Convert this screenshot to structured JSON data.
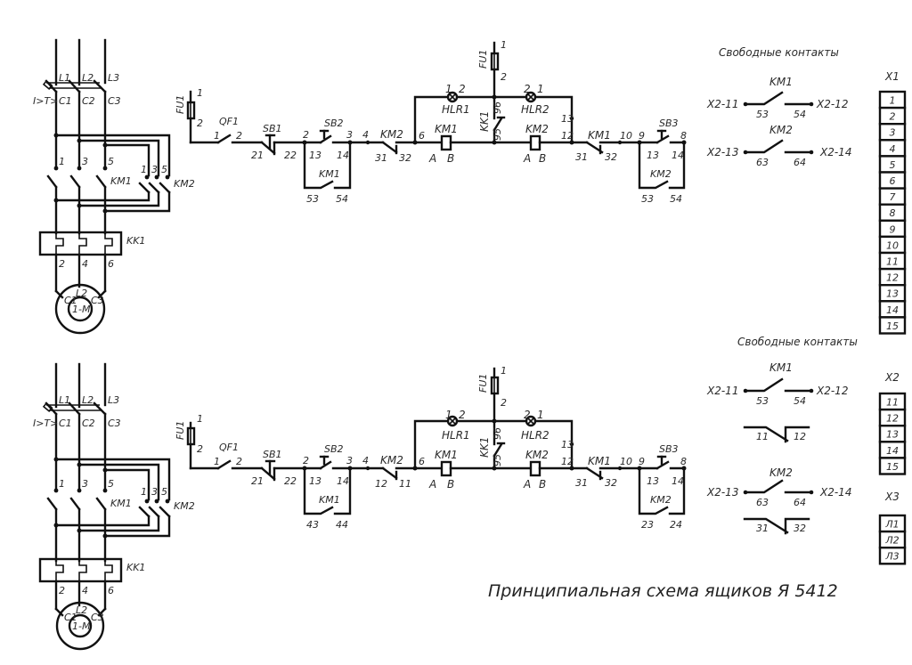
{
  "title": "Принципиальная схема ящиков Я 5412",
  "free_contacts_title": "Свободные контакты",
  "power_labels": {
    "phases": [
      "L1",
      "L2",
      "L3"
    ],
    "breaker_outputs": [
      "C1",
      "C2",
      "C3"
    ],
    "breaker_symbol": "I>T>",
    "km1_poles": [
      "1",
      "3",
      "5"
    ],
    "km2_poles": [
      "1",
      "3",
      "5"
    ],
    "km1": "KM1",
    "km2": "KM2",
    "kk1": "KK1",
    "kk1_outputs": [
      "2",
      "4",
      "6"
    ],
    "motor_terminals": [
      "C1",
      "L2",
      "C3"
    ],
    "motor": "1-M"
  },
  "control_upper": {
    "fuse": "FU1",
    "fuse_in": "1",
    "fuse_out": "2",
    "qf1": "QF1",
    "qf1_in": "1",
    "qf1_out": "2",
    "sb1": "SB1",
    "sb1_in": "21",
    "sb1_out": "22",
    "sb2": "SB2",
    "sb2_n2": "2",
    "sb2_in": "13",
    "sb2_out": "14",
    "sb2_n3": "3",
    "km1_hold": "KM1",
    "km1_hold_in": "53",
    "km1_hold_out": "54",
    "n4": "4",
    "km2_nc": "KM2",
    "km2_nc_in": "31",
    "km2_nc_out": "32",
    "n6": "6",
    "coil1": "KM1",
    "coil1_a": "A",
    "coil1_b": "B",
    "fuse2": "FU1",
    "fuse2_in": "1",
    "fuse2_out": "2",
    "hlr1": "HLR1",
    "hlr1_a": "1",
    "hlr1_b": "2",
    "hlr2": "HLR2",
    "hlr2_a": "2",
    "hlr2_b": "1",
    "kk1": "KK1",
    "kk1_a": "96",
    "kk1_b": "95",
    "coil2": "KM2",
    "coil2_a": "A",
    "coil2_b": "B",
    "n13": "13",
    "n12": "12",
    "km1_nc": "KM1",
    "km1_nc_in": "31",
    "km1_nc_out": "32",
    "n10": "10",
    "n9": "9",
    "sb3": "SB3",
    "sb3_in": "13",
    "sb3_out": "14",
    "n8": "8",
    "km2_hold": "KM2",
    "km2_hold_in": "53",
    "km2_hold_out": "54"
  },
  "control_lower": {
    "fuse": "FU1",
    "fuse_in": "1",
    "fuse_out": "2",
    "qf1": "QF1",
    "qf1_in": "1",
    "qf1_out": "2",
    "sb1": "SB1",
    "sb1_in": "21",
    "sb1_out": "22",
    "sb2": "SB2",
    "sb2_n2": "2",
    "sb2_in": "13",
    "sb2_out": "14",
    "sb2_n3": "3",
    "km1_hold": "KM1",
    "km1_hold_in": "43",
    "km1_hold_out": "44",
    "n4": "4",
    "km2_nc": "KM2",
    "km2_nc_in": "12",
    "km2_nc_out": "11",
    "n6": "6",
    "coil1": "KM1",
    "coil1_a": "A",
    "coil1_b": "B",
    "fuse2": "FU1",
    "fuse2_in": "1",
    "fuse2_out": "2",
    "hlr1": "HLR1",
    "hlr1_a": "1",
    "hlr1_b": "2",
    "hlr2": "HLR2",
    "hlr2_a": "2",
    "hlr2_b": "1",
    "kk1": "KK1",
    "kk1_a": "96",
    "kk1_b": "95",
    "coil2": "KM2",
    "coil2_a": "A",
    "coil2_b": "B",
    "n13": "13",
    "n12": "12",
    "km1_nc": "KM1",
    "km1_nc_in": "31",
    "km1_nc_out": "32",
    "n10": "10",
    "n9": "9",
    "sb3": "SB3",
    "sb3_in": "13",
    "sb3_out": "14",
    "n8": "8",
    "km2_hold": "KM2",
    "km2_hold_in": "23",
    "km2_hold_out": "24"
  },
  "free_upper": {
    "km1": "KM1",
    "km1_left": "X2-11",
    "km1_right": "X2-12",
    "km1_a": "53",
    "km1_b": "54",
    "km2": "KM2",
    "km2_left": "X2-13",
    "km2_right": "X2-14",
    "km2_a": "63",
    "km2_b": "64"
  },
  "free_lower": {
    "km1": "KM1",
    "km1_left": "X2-11",
    "km1_right": "X2-12",
    "km1_a": "53",
    "km1_b": "54",
    "km1_nc_a": "11",
    "km1_nc_b": "12",
    "km2": "KM2",
    "km2_left": "X2-13",
    "km2_right": "X2-14",
    "km2_a": "63",
    "km2_b": "64",
    "km2_nc_a": "31",
    "km2_nc_b": "32"
  },
  "terminal_blocks": [
    {
      "name": "X1",
      "cells": [
        "1",
        "2",
        "3",
        "4",
        "5",
        "6",
        "7",
        "8",
        "9",
        "10",
        "11",
        "12",
        "13",
        "14",
        "15"
      ]
    },
    {
      "name": "X2",
      "cells": [
        "11",
        "12",
        "13",
        "14",
        "15"
      ]
    },
    {
      "name": "X3",
      "cells": [
        "Л1",
        "Л2",
        "Л3"
      ]
    }
  ]
}
